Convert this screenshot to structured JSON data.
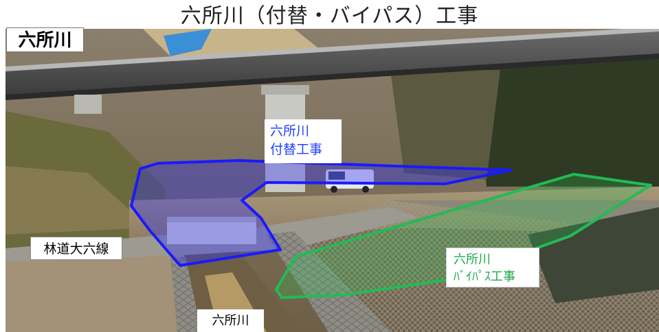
{
  "title": "六所川（付替・バイパス）工事",
  "labels": {
    "river_name_tag": "六所川",
    "road_name": "林道大六線",
    "river_bottom": "六所川",
    "diversion": {
      "line1": "六所川",
      "line2": "付替工事"
    },
    "bypass": {
      "line1": "六所川",
      "line2": "ﾊﾞｲﾊﾟｽ工事"
    }
  },
  "colors": {
    "diversion_outline": "#1a1aff",
    "diversion_fill": "rgba(40,40,255,0.35)",
    "bypass_outline": "#22bb55",
    "bypass_fill": "rgba(40,200,80,0.25)",
    "diversion_text": "#1f3fff",
    "bypass_text": "#1ea84a"
  }
}
